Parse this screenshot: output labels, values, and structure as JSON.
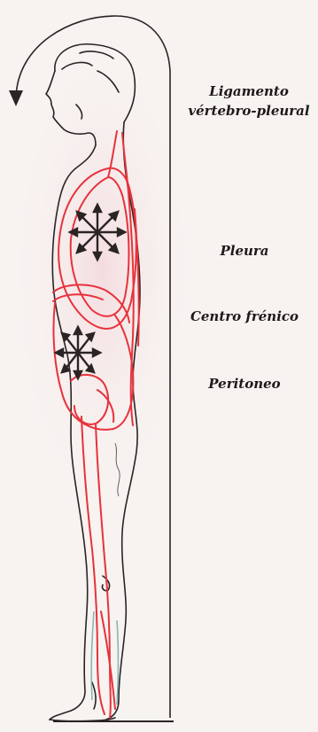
{
  "labels": {
    "ligamento_line1": "Ligamento",
    "ligamento_line2": "vértebro-pleural",
    "pleura": "Pleura",
    "centro_frenico": "Centro frénico",
    "peritoneo": "Peritoneo"
  },
  "colors": {
    "membrane": "#e8323c",
    "outline": "#2a2424",
    "background": "#f7f3f1",
    "vein_shadow": "#6aa7a9"
  }
}
